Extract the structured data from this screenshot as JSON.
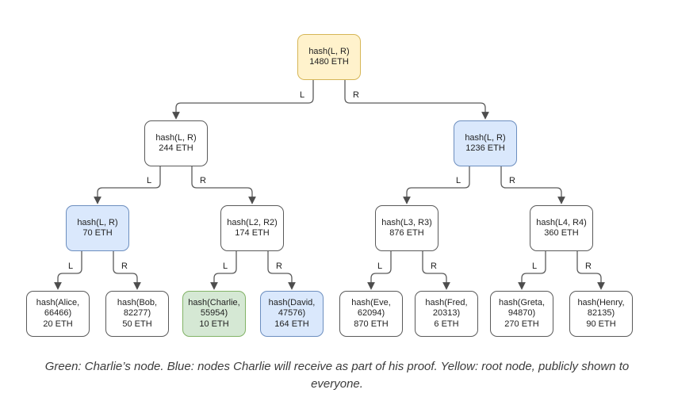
{
  "diagram": {
    "type": "merkle-tree",
    "nodes": {
      "root": {
        "label": "hash(L, R)",
        "value": "1480 ETH",
        "color": "yellow",
        "role": "root node, publicly shown to everyone"
      },
      "n2L": {
        "label": "hash(L, R)",
        "value": "244 ETH",
        "color": "white"
      },
      "n2R": {
        "label": "hash(L, R)",
        "value": "1236 ETH",
        "color": "blue"
      },
      "n3a": {
        "label": "hash(L, R)",
        "value": "70 ETH",
        "color": "blue"
      },
      "n3b": {
        "label": "hash(L2, R2)",
        "value": "174 ETH",
        "color": "white"
      },
      "n3c": {
        "label": "hash(L3, R3)",
        "value": "876 ETH",
        "color": "white"
      },
      "n3d": {
        "label": "hash(L4, R4)",
        "value": "360 ETH",
        "color": "white"
      },
      "alice": {
        "label": "hash(Alice, 66466)",
        "value": "20 ETH",
        "color": "white"
      },
      "bob": {
        "label": "hash(Bob, 82277)",
        "value": "50 ETH",
        "color": "white"
      },
      "charlie": {
        "label": "hash(Charlie, 55954)",
        "value": "10 ETH",
        "color": "green",
        "role": "Charlie's node"
      },
      "david": {
        "label": "hash(David, 47576)",
        "value": "164 ETH",
        "color": "blue"
      },
      "eve": {
        "label": "hash(Eve, 62094)",
        "value": "870 ETH",
        "color": "white"
      },
      "fred": {
        "label": "hash(Fred, 20313)",
        "value": "6 ETH",
        "color": "white"
      },
      "greta": {
        "label": "hash(Greta, 94870)",
        "value": "270 ETH",
        "color": "white"
      },
      "henry": {
        "label": "hash(Henry, 82135)",
        "value": "90 ETH",
        "color": "white"
      }
    },
    "edges": [
      {
        "from": "root",
        "to": "n2L",
        "label": "L"
      },
      {
        "from": "root",
        "to": "n2R",
        "label": "R"
      },
      {
        "from": "n2L",
        "to": "n3a",
        "label": "L"
      },
      {
        "from": "n2L",
        "to": "n3b",
        "label": "R"
      },
      {
        "from": "n2R",
        "to": "n3c",
        "label": "L"
      },
      {
        "from": "n2R",
        "to": "n3d",
        "label": "R"
      },
      {
        "from": "n3a",
        "to": "alice",
        "label": "L"
      },
      {
        "from": "n3a",
        "to": "bob",
        "label": "R"
      },
      {
        "from": "n3b",
        "to": "charlie",
        "label": "L"
      },
      {
        "from": "n3b",
        "to": "david",
        "label": "R"
      },
      {
        "from": "n3c",
        "to": "eve",
        "label": "L"
      },
      {
        "from": "n3c",
        "to": "fred",
        "label": "R"
      },
      {
        "from": "n3d",
        "to": "greta",
        "label": "L"
      },
      {
        "from": "n3d",
        "to": "henry",
        "label": "R"
      }
    ],
    "colors": {
      "yellow_fill": "#fff2cc",
      "yellow_border": "#d6b656",
      "blue_fill": "#dae8fc",
      "blue_border": "#6c8ebf",
      "green_fill": "#d5e8d4",
      "green_border": "#82b366",
      "white_fill": "#ffffff",
      "white_border": "#5a5a5a",
      "edge": "#5a5a5a"
    }
  },
  "caption": {
    "text": "Green: Charlie’s node. Blue: nodes Charlie will receive as part of his proof. Yellow: root node, publicly shown to everyone."
  }
}
